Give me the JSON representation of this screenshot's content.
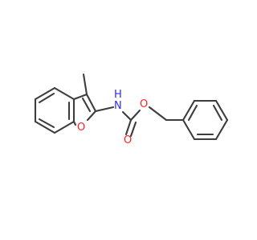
{
  "molecule": {
    "atoms": {
      "nitrogen": {
        "symbol": "N",
        "hydrogen": "H",
        "color": "#2a2aff"
      },
      "furan_oxygen": {
        "symbol": "O",
        "color": "#ff2020"
      },
      "carbonyl_oxygen": {
        "symbol": "O",
        "color": "#ff2020"
      },
      "ester_oxygen": {
        "symbol": "O",
        "color": "#ff2020"
      }
    },
    "bond_color": "#3d3d3d",
    "background": "#ffffff"
  }
}
